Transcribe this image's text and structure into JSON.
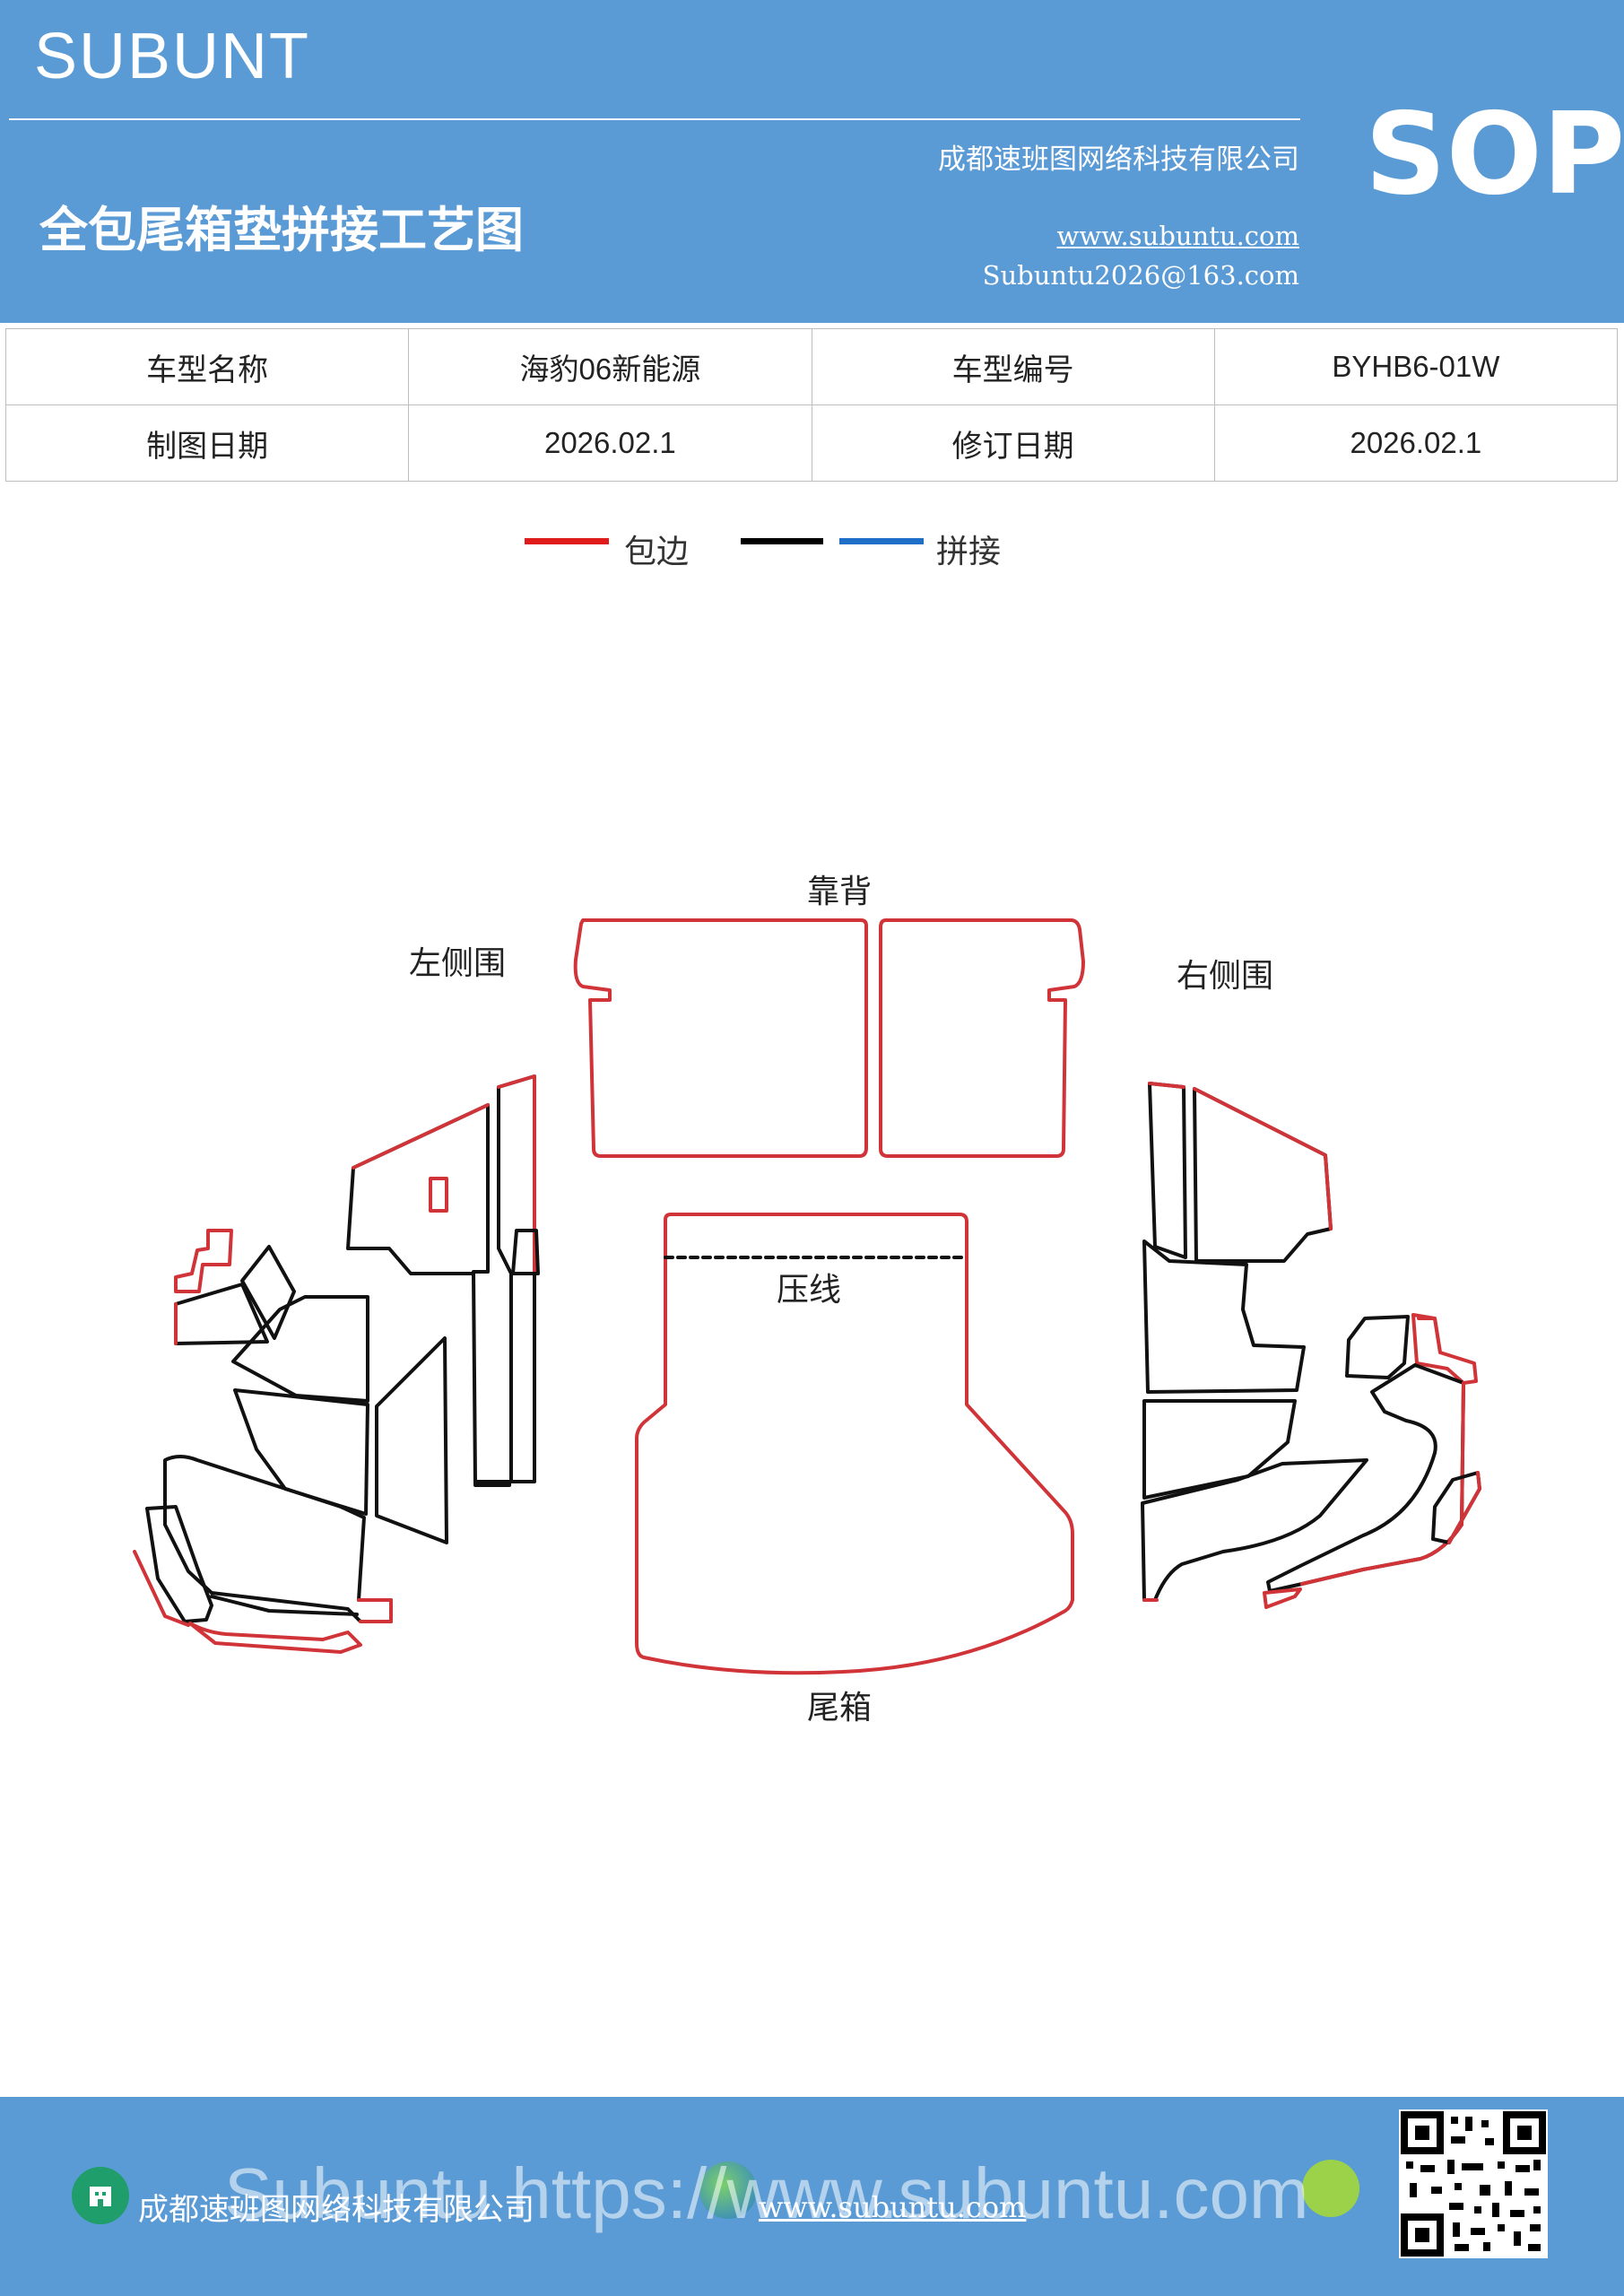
{
  "header": {
    "brand": "SUBUNT",
    "title": "全包尾箱垫拼接工艺图",
    "company": "成都速班图网络科技有限公司",
    "website": "www.subuntu.com",
    "email": "Subuntu2026@163.com",
    "sop": "SOP",
    "background_color": "#5b9bd5"
  },
  "info_table": {
    "rows": [
      [
        "车型名称",
        "海豹06新能源",
        "车型编号",
        "BYHB6-01W"
      ],
      [
        "制图日期",
        "2026.02.1",
        "修订日期",
        "2026.02.1"
      ]
    ]
  },
  "legend": {
    "items": [
      {
        "label": "包边",
        "color": "#e01b1b"
      },
      {
        "label": "",
        "color": "#000000"
      },
      {
        "label": "拼接",
        "color": "#1f6fc8"
      }
    ]
  },
  "diagram": {
    "labels": {
      "backrest": "靠背",
      "left_side": "左侧围",
      "right_side": "右侧围",
      "press_line": "压线",
      "trunk": "尾箱"
    },
    "colors": {
      "edge": "#d13438",
      "seam": "#111111"
    }
  },
  "footer": {
    "company": "成都速班图网络科技有限公司",
    "website": "www.subuntu.com",
    "watermark": "Subuntu https://www.subuntu.com"
  }
}
